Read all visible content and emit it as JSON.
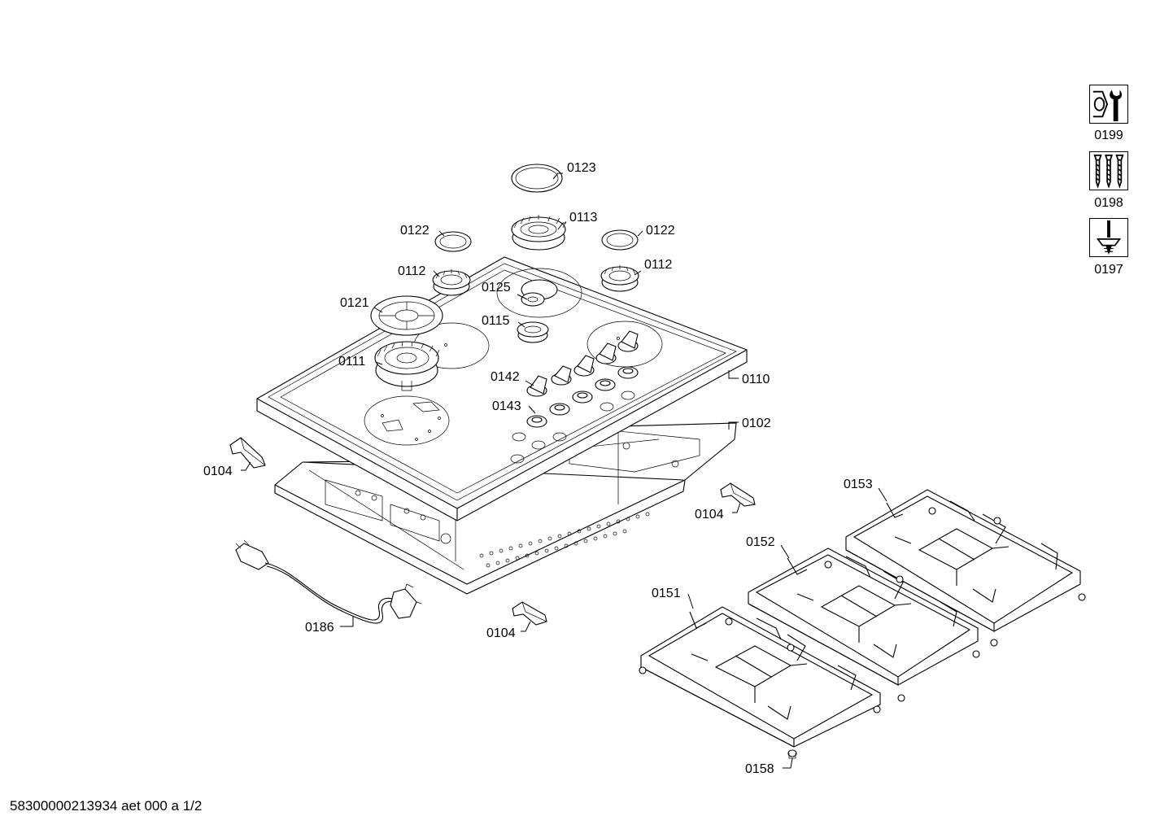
{
  "footer": {
    "document_id": "58300000213934 aet 000 a 1/2"
  },
  "side_icons": [
    {
      "id": "0199",
      "icon": "wrench-nut-icon"
    },
    {
      "id": "0198",
      "icon": "screws-icon"
    },
    {
      "id": "0197",
      "icon": "screwdriver-icon"
    }
  ],
  "parts": {
    "p0123": "0123",
    "p0113": "0113",
    "p0122_left": "0122",
    "p0122_right": "0122",
    "p0112_left": "0112",
    "p0112_right": "0112",
    "p0125": "0125",
    "p0121": "0121",
    "p0115": "0115",
    "p0111": "0111",
    "p0110": "0110",
    "p0142": "0142",
    "p0143": "0143",
    "p0102": "0102",
    "p0104_left": "0104",
    "p0104_right": "0104",
    "p0104_bottom": "0104",
    "p0153": "0153",
    "p0152": "0152",
    "p0151": "0151",
    "p0186": "0186",
    "p0158": "0158"
  }
}
